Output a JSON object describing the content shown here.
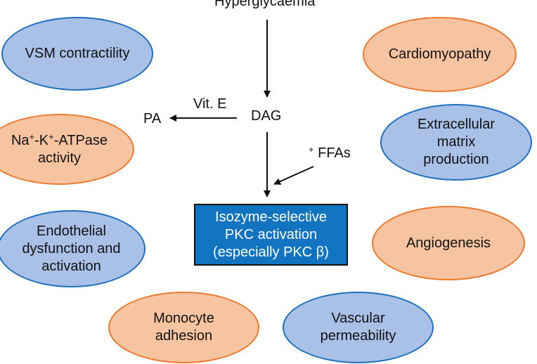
{
  "pathway": {
    "hyperglycaemia": "Hyperglycaemia",
    "dag": "DAG",
    "pa": "PA",
    "vit_e": "Vit. E",
    "ffas_sign": "+",
    "ffas": "FFAs",
    "pkc_lines": [
      "Isozyme-selective",
      "PKC activation",
      "(especially PKC β)"
    ]
  },
  "effects": {
    "vsm": [
      "VSM contractility"
    ],
    "na_k_atpase": {
      "parts": [
        "Na",
        "+",
        "-K",
        "+",
        "-ATPase"
      ],
      "line2": "activity"
    },
    "endothelial": [
      "Endothelial",
      "dysfunction and",
      "activation"
    ],
    "monocyte": [
      "Monocyte",
      "adhesion"
    ],
    "vascular": [
      "Vascular",
      "permeability"
    ],
    "angiogenesis": [
      "Angiogenesis"
    ],
    "extracellular": [
      "Extracellular",
      "matrix",
      "production"
    ],
    "cardiomyopathy": [
      "Cardiomyopathy"
    ]
  },
  "colors": {
    "blue_fill": "#a9c1e6",
    "blue_border": "#1f6fbf",
    "orange_fill": "#f7c4a1",
    "orange_border": "#ec7a2e",
    "pkc_box_fill": "#1273c0"
  }
}
